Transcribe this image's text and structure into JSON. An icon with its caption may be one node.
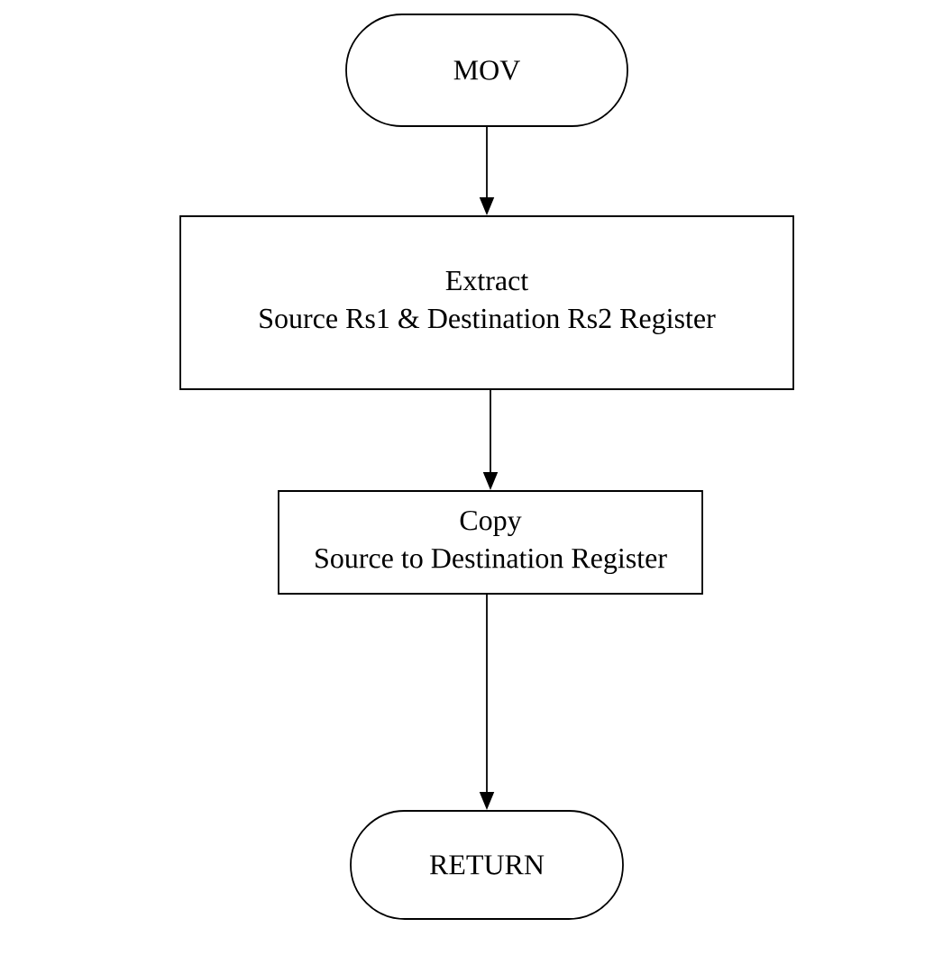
{
  "diagram": {
    "nodes": [
      {
        "text": [
          "MOV"
        ]
      },
      {
        "text": [
          "Extract",
          "Source Rs1 & Destination Rs2 Register"
        ]
      },
      {
        "text": [
          "Copy",
          "Source to Destination Register"
        ]
      },
      {
        "text": [
          "RETURN"
        ]
      }
    ],
    "edges": [
      {
        "from": 0,
        "to": 1,
        "arrow": "to"
      },
      {
        "from": 1,
        "to": 2,
        "arrow": "to"
      },
      {
        "from": 2,
        "to": 3,
        "arrow": "to"
      }
    ]
  }
}
